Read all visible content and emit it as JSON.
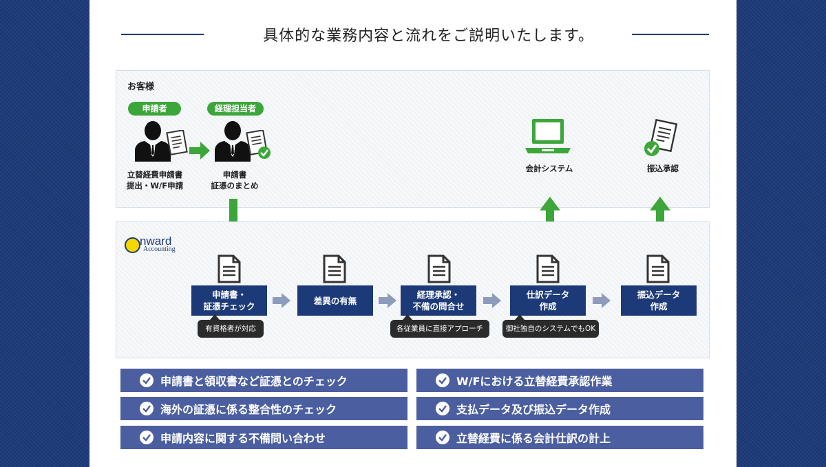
{
  "title": "具体的な業務内容と流れをご説明いたします。",
  "client": {
    "label": "お客様",
    "roles": [
      "申請者",
      "経理担当者"
    ],
    "captions": {
      "applicant_1": "立替経費申請書",
      "applicant_2": "提出・W/F申請",
      "manager_1": "申請書",
      "manager_2": "証憑のまとめ",
      "accounting": "会計システム",
      "transfer": "振込承認"
    }
  },
  "onward": {
    "logo_word": "nward",
    "logo_sub": "Accounting",
    "steps": [
      {
        "line1": "申請書・",
        "line2": "証憑チェック"
      },
      {
        "line1": "差異の有無",
        "line2": ""
      },
      {
        "line1": "経理承認・",
        "line2": "不備の問合せ"
      },
      {
        "line1": "仕訳データ",
        "line2": "作成"
      },
      {
        "line1": "振込データ",
        "line2": "作成"
      }
    ],
    "notes": [
      "有資格者が対応",
      "各従業員に直接アプローチ",
      "御社独自のシステムでもOK"
    ]
  },
  "features": [
    "申請書と領収書など証憑とのチェック",
    "W/Fにおける立替経費承認作業",
    "海外の証憑に係る整合性のチェック",
    "支払データ及び振込データ作成",
    "申請内容に関する不備問い合わせ",
    "立替経費に係る会計仕訳の計上"
  ],
  "colors": {
    "navy": "#1d3a78",
    "green": "#3da63a",
    "feature_bg": "#4b5fa0",
    "logo_yellow": "#f5d800"
  }
}
